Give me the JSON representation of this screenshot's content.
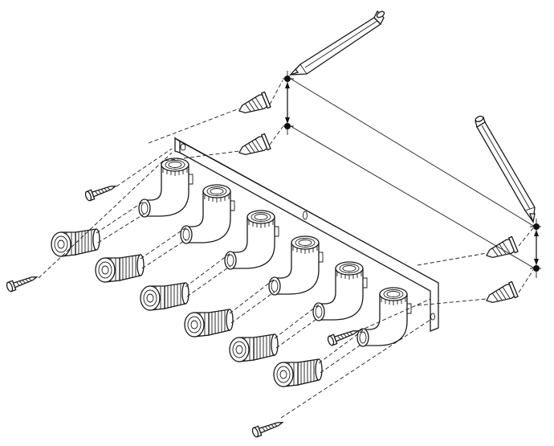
{
  "figure": {
    "kind": "exploded assembly illustration",
    "colors": {
      "ink": "#1a1a1a",
      "paper": "#ffffff"
    },
    "part_counts": {
      "elbow_fittings": 6,
      "compression_fittings": 6,
      "wall_plugs": 4,
      "screws": 4,
      "pencils": 2,
      "marking_points": 4
    },
    "icons": [
      "pencil-icon",
      "wall-plug-icon",
      "screw-icon",
      "elbow-fitting-icon",
      "compression-fitting-icon",
      "mounting-rail-icon",
      "measurement-arrow-icon"
    ]
  }
}
